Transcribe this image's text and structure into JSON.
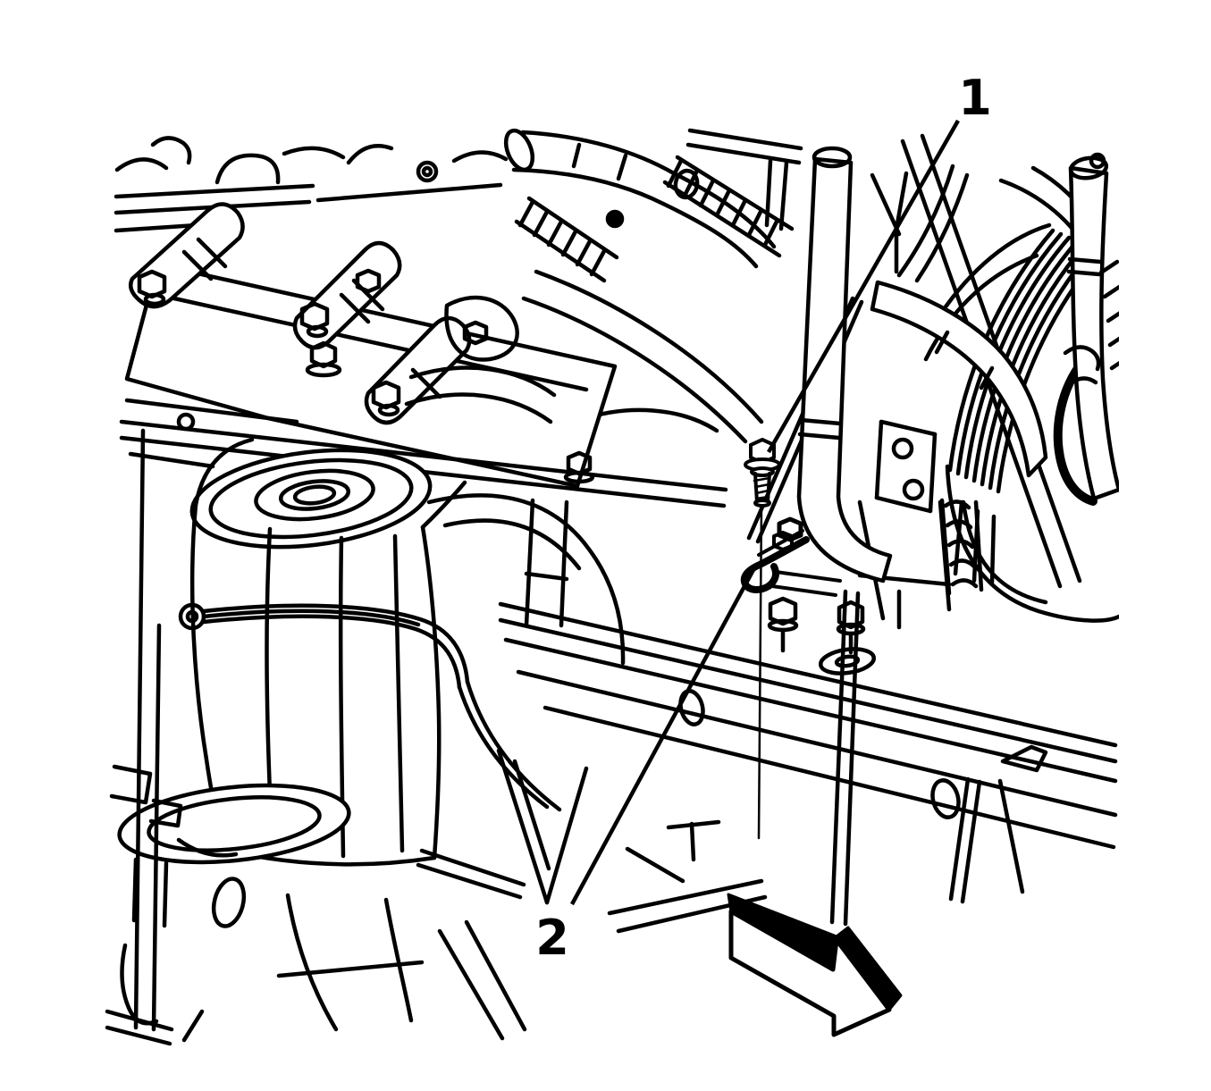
{
  "figure": {
    "kind": "service-manual-line-illustration",
    "background_color": "#ffffff",
    "line_color": "#000000",
    "callouts": [
      {
        "label": "1"
      },
      {
        "label": "2"
      }
    ],
    "icons": {
      "front_direction_arrow": "3d-block-arrow-pointing-lower-right"
    }
  }
}
